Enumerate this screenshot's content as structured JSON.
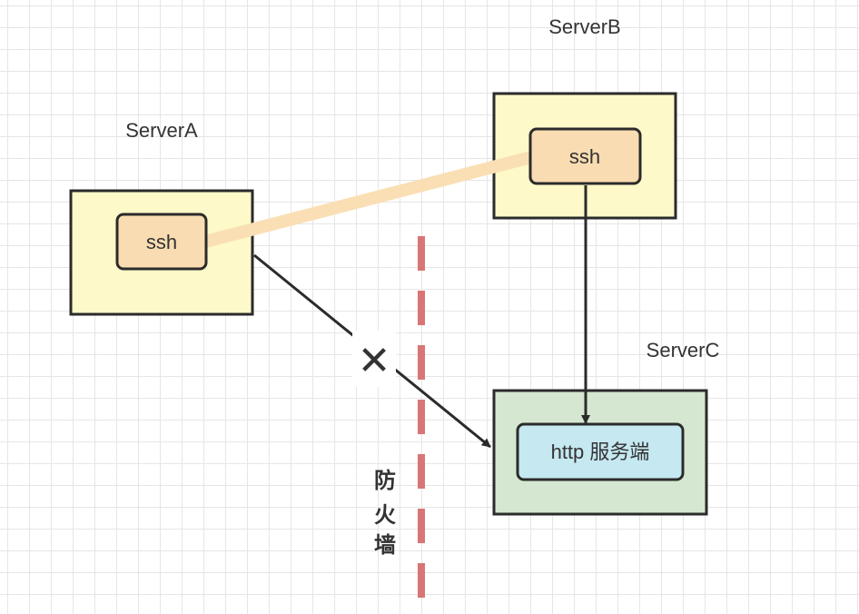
{
  "servers": {
    "a": {
      "label": "ServerA",
      "inner_label": "ssh"
    },
    "b": {
      "label": "ServerB",
      "inner_label": "ssh"
    },
    "c": {
      "label": "ServerC",
      "inner_label": "http 服务端"
    }
  },
  "firewall": {
    "chars": [
      "防",
      "火",
      "墙"
    ]
  },
  "blocked_marker": "✕",
  "colors": {
    "server_ab_fill": "#fdf9c9",
    "server_c_fill": "#d5e7d0",
    "ssh_box_fill": "#f9dcb1",
    "http_box_fill": "#c5e8f1",
    "tunnel": "#fadfb4",
    "firewall": "#d97575",
    "stroke": "#2b2b2b"
  }
}
